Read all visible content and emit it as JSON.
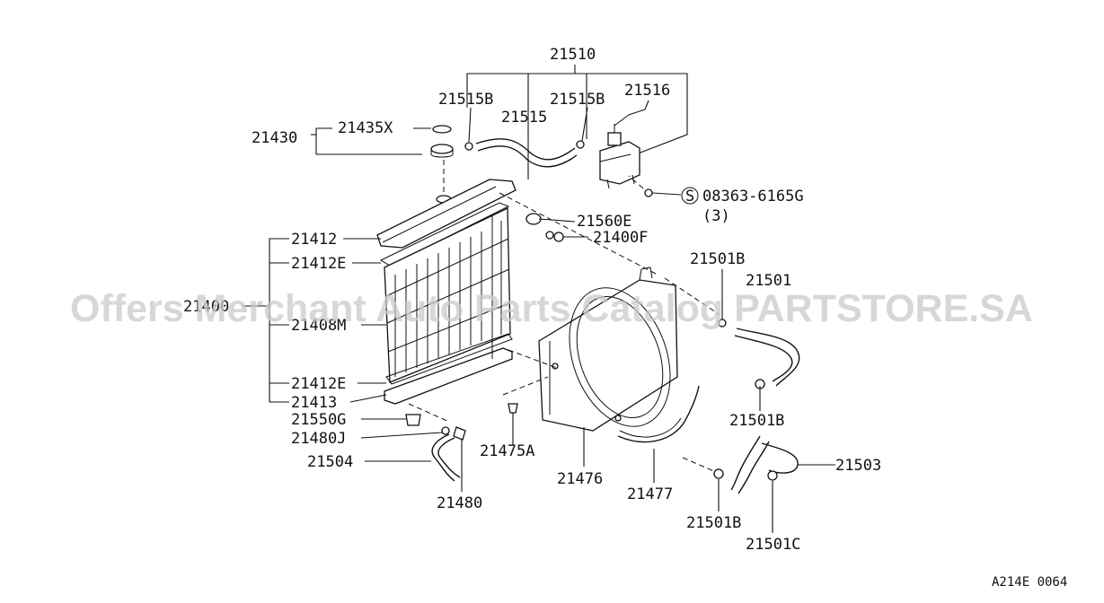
{
  "labels": {
    "p21510": "21510",
    "p21515B_left": "21515B",
    "p21515": "21515",
    "p21515B_right": "21515B",
    "p21516": "21516",
    "p21430": "21430",
    "p21435X": "21435X",
    "screw_code": "08363-6165G",
    "screw_qty": "(3)",
    "screw_symbol": "S",
    "p21560E": "21560E",
    "p21400F": "21400F",
    "p21412": "21412",
    "p21412E_top": "21412E",
    "p21400": "21400",
    "p21408M": "21408M",
    "p21412E_bottom": "21412E",
    "p21413": "21413",
    "p21550G": "21550G",
    "p21480J": "21480J",
    "p21504": "21504",
    "p21480": "21480",
    "p21475A": "21475A",
    "p21476": "21476",
    "p21477": "21477",
    "p21501B_top": "21501B",
    "p21501": "21501",
    "p21501B_mid": "21501B",
    "p21503": "21503",
    "p21501B_bottom": "21501B",
    "p21501C": "21501C"
  },
  "watermark": "Offers Merchant Auto Parts Catalog PARTSTORE.SA",
  "diagram_ref": "A214E 0064"
}
